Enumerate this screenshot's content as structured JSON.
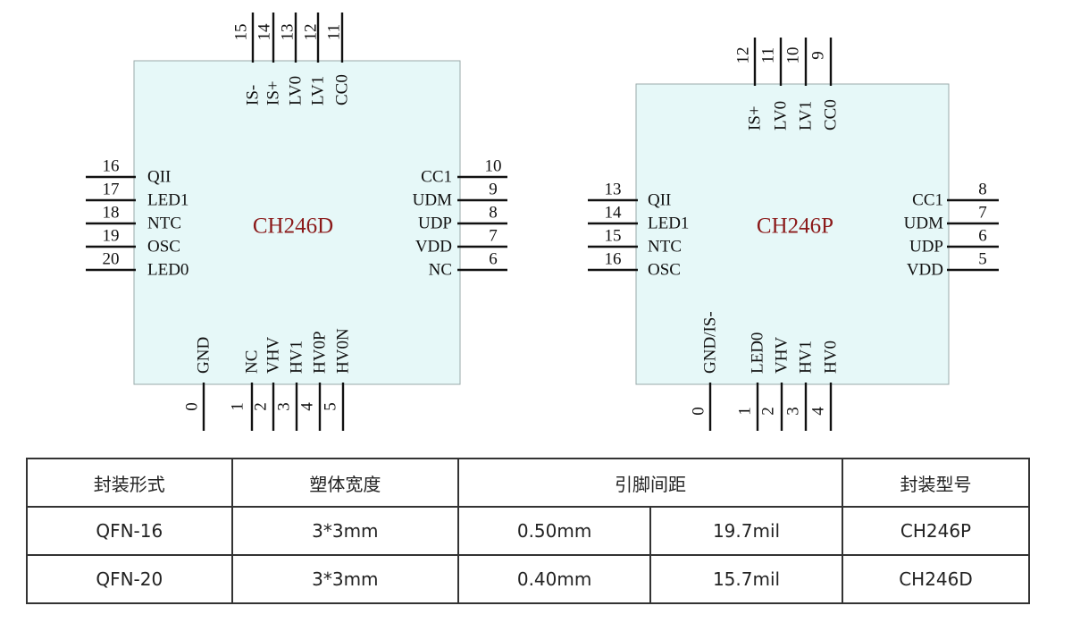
{
  "chips": [
    {
      "name": "CH246D",
      "top_pins": [
        {
          "num": "15",
          "label": "IS-"
        },
        {
          "num": "14",
          "label": "IS+"
        },
        {
          "num": "13",
          "label": "LV0"
        },
        {
          "num": "12",
          "label": "LV1"
        },
        {
          "num": "11",
          "label": "CC0"
        }
      ],
      "left_pins": [
        {
          "num": "16",
          "label": "QII"
        },
        {
          "num": "17",
          "label": "LED1"
        },
        {
          "num": "18",
          "label": "NTC"
        },
        {
          "num": "19",
          "label": "OSC"
        },
        {
          "num": "20",
          "label": "LED0"
        }
      ],
      "right_pins": [
        {
          "num": "10",
          "label": "CC1"
        },
        {
          "num": "9",
          "label": "UDM"
        },
        {
          "num": "8",
          "label": "UDP"
        },
        {
          "num": "7",
          "label": "VDD"
        },
        {
          "num": "6",
          "label": "NC"
        }
      ],
      "bottom_pins": [
        {
          "num": "0",
          "label": "GND"
        },
        {
          "num": "1",
          "label": "NC"
        },
        {
          "num": "2",
          "label": "VHV"
        },
        {
          "num": "3",
          "label": "HV1"
        },
        {
          "num": "4",
          "label": "HV0P"
        },
        {
          "num": "5",
          "label": "HV0N"
        }
      ]
    },
    {
      "name": "CH246P",
      "top_pins": [
        {
          "num": "12",
          "label": "IS+"
        },
        {
          "num": "11",
          "label": "LV0"
        },
        {
          "num": "10",
          "label": "LV1"
        },
        {
          "num": "9",
          "label": "CC0"
        }
      ],
      "left_pins": [
        {
          "num": "13",
          "label": "QII"
        },
        {
          "num": "14",
          "label": "LED1"
        },
        {
          "num": "15",
          "label": "NTC"
        },
        {
          "num": "16",
          "label": "OSC"
        }
      ],
      "right_pins": [
        {
          "num": "8",
          "label": "CC1"
        },
        {
          "num": "7",
          "label": "UDM"
        },
        {
          "num": "6",
          "label": "UDP"
        },
        {
          "num": "5",
          "label": "VDD"
        }
      ],
      "bottom_pins": [
        {
          "num": "0",
          "label": "GND/IS-"
        },
        {
          "num": "1",
          "label": "LED0"
        },
        {
          "num": "2",
          "label": "VHV"
        },
        {
          "num": "3",
          "label": "HV1"
        },
        {
          "num": "4",
          "label": "HV0"
        }
      ]
    }
  ],
  "table": {
    "headers": [
      "封装形式",
      "塑体宽度",
      "引脚间距",
      "封装型号"
    ],
    "rows": [
      [
        "QFN-16",
        "3*3mm",
        "0.50mm",
        "19.7mil",
        "CH246P"
      ],
      [
        "QFN-20",
        "3*3mm",
        "0.40mm",
        "15.7mil",
        "CH246D"
      ]
    ]
  },
  "colors": {
    "chip_fill": "#e6f8f8",
    "chip_name": "#8b1a1a",
    "lines": "#111111"
  }
}
